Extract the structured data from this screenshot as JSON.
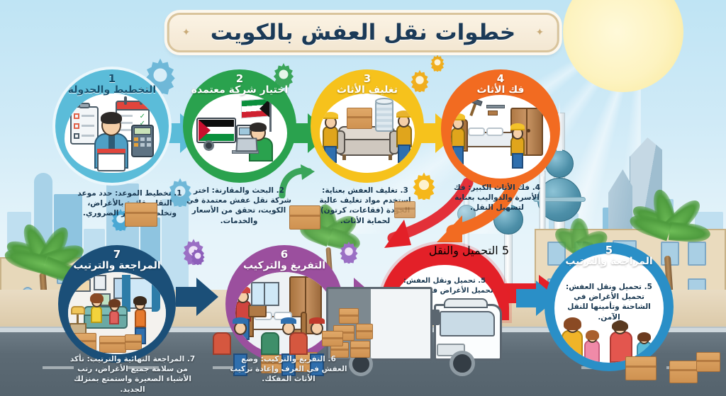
{
  "title": "خطوات نقل العفش بالكويت",
  "colors": {
    "step1": "#5bbcd9",
    "step2": "#2aa24e",
    "step3": "#f6c21c",
    "step4": "#f26b21",
    "step5": "#e32028",
    "step6": "#9b4f9e",
    "step7": "#1b4f78",
    "step5b": "#2a8fc7",
    "title_text": "#1b3a57",
    "sky": "#bfe4f4",
    "road": "#5c6a74",
    "sand": "#e1cfae"
  },
  "steps": [
    {
      "number": "1",
      "name": "التخطيط والجدولة",
      "ring": "#5bbcd9",
      "scene": "planner-with-checklist-calendar-calculator"
    },
    {
      "number": "2",
      "name": "اختيار شركة معتمدة",
      "ring": "#2aa24e",
      "scene": "truck-with-kuwait-flag-and-man-on-laptop"
    },
    {
      "number": "3",
      "name": "تغليف الأثاث",
      "ring": "#f6c21c",
      "scene": "two-workers-wrapping-sofa-with-bubble-wrap"
    },
    {
      "number": "4",
      "name": "فك الأثاث",
      "ring": "#f26b21",
      "scene": "workers-dismantling-bed-and-wardrobe"
    },
    {
      "number": "5",
      "name": "التحميل والنقل",
      "ring": "#e32028",
      "scene": "truck-loading-boxes"
    },
    {
      "number": "6",
      "name": "التفريغ والتركيب",
      "ring": "#9b4f9e",
      "scene": "worker-assembling-bed-and-wardrobe"
    },
    {
      "number": "7",
      "name": "المراجعة والترتيب",
      "ring": "#1b4f78",
      "scene": "family-in-new-living-room-unpacking"
    },
    {
      "number": "5",
      "name": "المراجعة والترتيب",
      "ring": "#2a8fc7",
      "scene": "happy-family-on-sofa"
    }
  ],
  "captions": [
    {
      "id": "c1",
      "heading": "1. تخطيط الموعد:",
      "body": "حدد موعد النقل، قائمة بالأغراض، وتخلص من غير الضروري."
    },
    {
      "id": "c2",
      "heading": "2. البحث والمقارنة:",
      "body": "اختر شركة نقل عفش معتمدة في الكويت، تحقق من الأسعار والخدمات."
    },
    {
      "id": "c3",
      "heading": "3. تغليف العفش بعناية:",
      "body": "استخدم مواد تغليف عالية الجودة (فقاعات، كرتون) لحماية الأثاث."
    },
    {
      "id": "c4",
      "heading": "4. فك الأثاث الكبير:",
      "body": "فك الأسرة والدواليب بعناية لتسهيل النقل."
    },
    {
      "id": "c5",
      "heading": "5. تحميل ونقل العفش:",
      "body": "تحميل الأغراض في الشاحنة"
    },
    {
      "id": "c5b",
      "heading": "5. تحميل ونقل العفش:",
      "body": "تحميل الأغراض في الشاحنة وتأمينها للنقل الآمن."
    },
    {
      "id": "c6",
      "heading": "6. التفريغ والتركيب:",
      "body": "وضع العفش في الغرف وإعادة تركيب الأثاث المفكك."
    },
    {
      "id": "c7",
      "heading": "7. المراجعة النهائية والترتيب:",
      "body": "تأكد من سلامة جميع الأغراض، رتب الأشياء الصغيرة واستمتع بمنزلك الجديد."
    }
  ],
  "background": {
    "landmarks": "kuwait-towers",
    "sun": "sun",
    "vehicles": "moving-truck",
    "vegetation": "palm-trees"
  }
}
